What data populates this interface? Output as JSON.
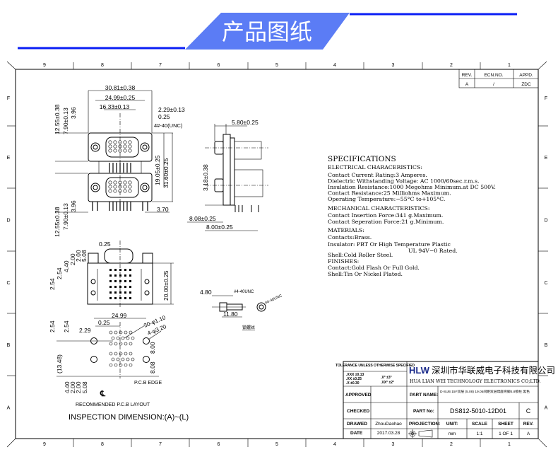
{
  "banner": {
    "title": "产品图纸",
    "accent": "#5b7cf5",
    "line_color": "#0a1ef5"
  },
  "frame": {
    "columns": [
      "9",
      "8",
      "7",
      "6",
      "5",
      "4",
      "3",
      "2",
      "1"
    ],
    "rows": [
      "F",
      "E",
      "D",
      "C",
      "B",
      "A"
    ]
  },
  "revision": {
    "headers": [
      "REV.",
      "ECN.NO.",
      "APPD."
    ],
    "row": [
      "A",
      "/",
      "ZDC"
    ]
  },
  "front_view": {
    "dims": [
      "30.81±0.38",
      "24.99±0.25",
      "16.33±0.13",
      "2.29±0.13",
      "0.25",
      "4#-40(UNC)",
      "12.55±0.38",
      "7.90±0.13",
      "3.96",
      "19.05±0.25",
      "31.60±0.25",
      "12.55±0.38",
      "7.90±0.13",
      "3.96",
      "3.70"
    ]
  },
  "side_view": {
    "dims": [
      "5.80±0.25",
      "3.18±0.38",
      "8.08±0.25",
      "8.00±0.25"
    ]
  },
  "bottom_view": {
    "dims": [
      "0.25",
      "2.54",
      "4.40",
      "2.00",
      "2.00",
      "5.08",
      "2.54",
      "20.00±0.25"
    ]
  },
  "pcb_layout": {
    "dims": [
      "24.99",
      "0.25",
      "2.29",
      "30-φ1.10",
      "4-φ3.20",
      "2.54",
      "2.54",
      "(13.48)",
      "8.00",
      "8.08",
      "4.40",
      "2.00",
      "2.00",
      "5.08"
    ],
    "edge_label": "P.C.B EDGE",
    "centerline": "℄",
    "caption": "RECOMMENDED P.C.B LAYOUT",
    "inspection": "INSPECTION DIMENSION:(A)~(L)"
  },
  "screw": {
    "dims": [
      "4.80",
      "#4-40UNC",
      "11.80",
      "#4-40UNC"
    ],
    "caption": "锁螺丝"
  },
  "specs": {
    "title": "SPECIFICATIONS",
    "electrical_heading": "ELECTRICAL CHARACERISTICS:",
    "electrical": [
      "Contact Current Rating:3 Amperes.",
      "Dielectric Withstanding Voltage: AC 1000/60sec.r.m.s.",
      "Insulation Resistance:1000 Megohms Minimum.at DC 500V.",
      "Contact Resistance:25 Milliohms Maximum.",
      "Operating Temperature:−55°C to+105°C."
    ],
    "mechanical_heading": "MECHANICAL CHARACTERISTICS:",
    "mechanical": [
      "Contact Insertion Force:341 g.Maximum.",
      "Contact Seperation Force:21 g.Minimum."
    ],
    "materials_heading": "MATERIALS:",
    "materials": [
      "Contacts:Brass.",
      "Insulator: PBT Or High Temperature Plastic",
      "UL 94V−0 Rated.",
      "Shell:Cold Roller Steel."
    ],
    "finishes_heading": "FINISHES:",
    "finishes": [
      "Contact:Gold Flash Or Full Gold.",
      "Shell:Tin Or Nickel Plated."
    ]
  },
  "title_block": {
    "tolerance_title": "TOLERANCE UNLESS OTHERWISE SPECIFIED",
    "tolerances": [
      ".XXX ±0.13",
      ".XX ±0.25",
      ".X ±0.30",
      ".X° ±3°",
      ".XX° ±2°"
    ],
    "logo": "HLW",
    "company_cn": "深圳市华联威电子科技有限公司",
    "company_en": "HUA LIAN WEI TECHNOLOGY ELECTRONICS CO;LTD.",
    "approved_label": "APPROVED",
    "checked_label": "CHECKED",
    "drawed_label": "DRAWED",
    "date_label": "DATE",
    "drawed": "ZhouDaohao",
    "date": "2017.03.28",
    "part_name_label": "PART NAME:",
    "part_name": "D-SUB 15F双层 (5.08) 19.05间距双层母座弯脚4.8锁柱 黑色",
    "part_no_label": "PART No:",
    "part_no": "DS812-5010-12D01",
    "part_rev": "C",
    "projection_label": "PROJECTION:",
    "unit_label": "UNIT:",
    "scale_label": "SCALE",
    "sheet_label": "SHEET",
    "rev_label": "REV.",
    "unit": "mm",
    "scale": "1:1",
    "sheet": "1 OF 1",
    "rev": "A"
  }
}
